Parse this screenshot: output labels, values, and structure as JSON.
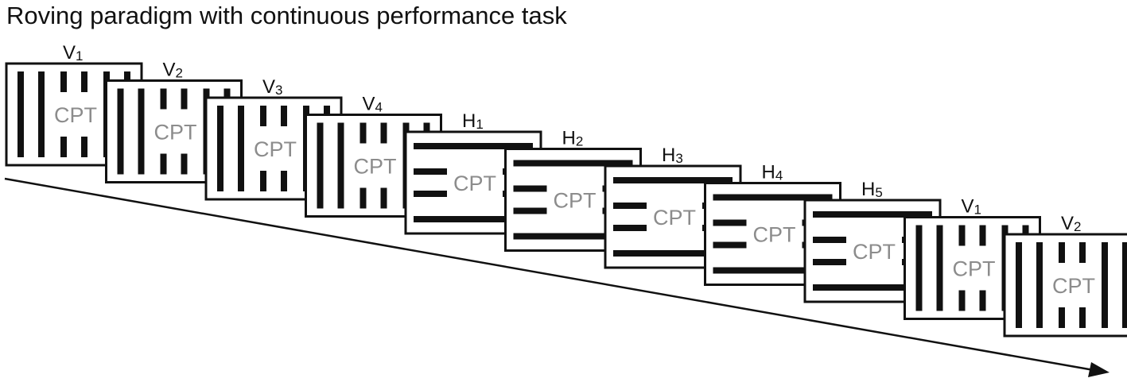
{
  "title": "Roving paradigm with continuous performance task",
  "colors": {
    "ink": "#111111",
    "cpt": "#8c8c8c",
    "background": "#ffffff"
  },
  "frames": [
    {
      "label": "V",
      "sub": "1",
      "orientation": "vertical",
      "center_text": "CPT"
    },
    {
      "label": "V",
      "sub": "2",
      "orientation": "vertical",
      "center_text": "CPT"
    },
    {
      "label": "V",
      "sub": "3",
      "orientation": "vertical",
      "center_text": "CPT"
    },
    {
      "label": "V",
      "sub": "4",
      "orientation": "vertical",
      "center_text": "CPT"
    },
    {
      "label": "H",
      "sub": "1",
      "orientation": "horizontal",
      "center_text": "CPT"
    },
    {
      "label": "H",
      "sub": "2",
      "orientation": "horizontal",
      "center_text": "CPT"
    },
    {
      "label": "H",
      "sub": "3",
      "orientation": "horizontal",
      "center_text": "CPT"
    },
    {
      "label": "H",
      "sub": "4",
      "orientation": "horizontal",
      "center_text": "CPT"
    },
    {
      "label": "H",
      "sub": "5",
      "orientation": "horizontal",
      "center_text": "CPT"
    },
    {
      "label": "V",
      "sub": "1",
      "orientation": "vertical",
      "center_text": "CPT"
    },
    {
      "label": "V",
      "sub": "2",
      "orientation": "vertical",
      "center_text": "CPT"
    }
  ]
}
